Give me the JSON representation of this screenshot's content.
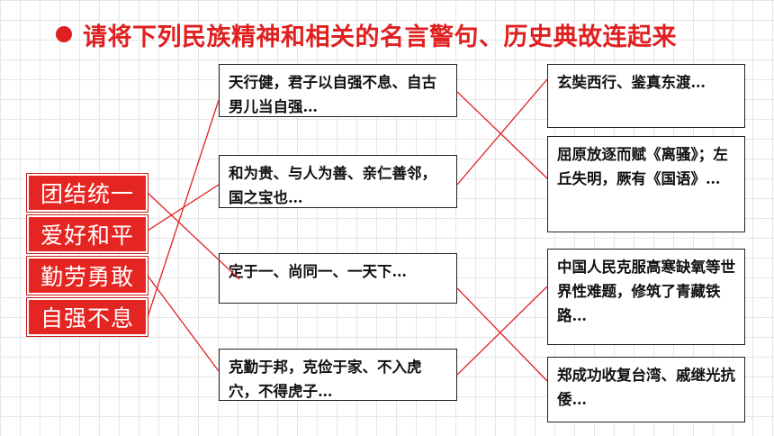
{
  "title": "请将下列民族精神和相关的名言警句、历史典故连起来",
  "spirits": [
    "团结统一",
    "爱好和平",
    "勤劳勇敢",
    "自强不息"
  ],
  "quotes": [
    "天行健，君子以自强不息、自古男儿当自强…",
    "和为贵、与人为善、亲仁善邻，国之宝也…",
    "定于一、尚同一、一天下…",
    "克勤于邦，克俭于家、不入虎穴，不得虎子…"
  ],
  "stories": [
    "玄奘西行、鉴真东渡…",
    "屈原放逐而赋《离骚》；左丘失明，厥有《国语》…",
    "中国人民克服高寒缺氧等世界性难题，修筑了青藏铁路…",
    "郑成功收复台湾、戚继光抗倭…"
  ],
  "colors": {
    "title": "#e02020",
    "spirit_fill": "#e52521",
    "line": "#e02020"
  }
}
